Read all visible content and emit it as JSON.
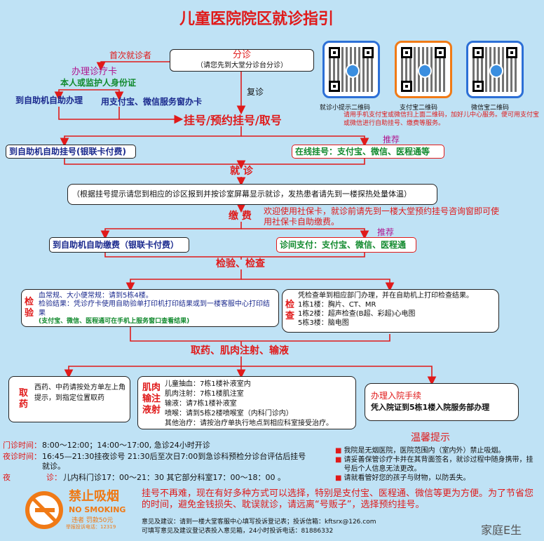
{
  "title": "儿童医院院区就诊指引",
  "step1": {
    "first_visit": "首次就诊者",
    "triage_title": "分诊",
    "triage_note": "（请您先到大堂分诊台分诊）",
    "return_visit": "复诊",
    "card_title": "办理诊疗卡",
    "card_id": "本人或监护人身份证",
    "self_machine": "到自助机自助办理",
    "alipay_wechat_window": "用支付宝、微信服务窗办卡"
  },
  "qr": {
    "items": [
      {
        "label": "就诊小提示二维码",
        "color": "#2c6fd6"
      },
      {
        "label": "支付宝二维码",
        "color": "#f07a16"
      },
      {
        "label": "微信宝二维码",
        "color": "#2c6fd6"
      }
    ],
    "note": "请用手机支付宝或微信扫上面二维码，加好儿中心服务。便可用支付宝或微信进行自助挂号、缴费等服务。"
  },
  "register": {
    "heading": "挂号/预约挂号/取号",
    "machine": "到自助机自助挂号(银联卡付费)",
    "recommend": "推荐",
    "online": "在线挂号：支付宝、微信、医程通等"
  },
  "consult": {
    "heading": "就    诊",
    "note": "（根据挂号提示请您到相应的诊区报到并按诊室屏幕显示就诊，发热患者请先到一楼探热处量体温）"
  },
  "pay": {
    "heading": "缴    费",
    "note": "欢迎使用社保卡，就诊前请先到一楼大堂预约挂号咨询窗即可使用社保卡自助缴费。",
    "machine": "到自助机自助缴费（银联卡付费）",
    "recommend": "推荐",
    "in_room": "诊间支付：支付宝、微信、医程通"
  },
  "tests": {
    "heading": "检验、检查",
    "lab_side": "检验",
    "lab_line1": "血常规、大小便常规：请到5栋4楼。",
    "lab_line2": "检验结果：凭诊疗卡使用自助验单打印机打印结果或到一楼客服中心打印结果",
    "lab_line3": "(支付宝、微信、医程通可在手机上服务窗口查看结果)",
    "exam_side": "检查",
    "exam_line1": "凭检查单到相应部门办理，并在自助机上打印检查结果。",
    "exam_line2": "1栋1楼：胸片、CT、MR",
    "exam_line3": "1栋2楼：超声检查(B超、彩超)心电图",
    "exam_line4": "5栋3楼：脑电图"
  },
  "meds": {
    "heading": "取药、肌肉注射、输液",
    "pharmacy_side": "取药",
    "pharmacy_text": "西药、中药请按处方单左上角提示，到指定位置取药",
    "inj_side": "肌肉输注液射",
    "inj_lines": [
      "儿童抽血：7栋1楼补液室内",
      "肌肉注射：7栋1楼肌注室",
      "输液：请7栋1楼补液室",
      "喷喉：请到5栋2楼喷喉室（内科门诊内）",
      "其他治疗：请按治疗单执行地点到相应科室接受治疗。"
    ],
    "admit_title": "办理入院手续",
    "admit_text": "凭入院证到5栋1楼入院服务部办理"
  },
  "hours": {
    "clinic_label": "门诊时间：",
    "clinic_value": "8:00～12:00；14:00～17:00, 急诊24小时开诊",
    "night_label": "夜诊时间：",
    "night_value": "16:45—21:30挂夜诊号  21:30后至次日7:00到急诊科预检分诊台评估后挂号就诊。",
    "night2_label": "夜",
    "night2_mid": "诊：",
    "night2_value": "儿内科门诊17：00～21：30      其它部分科室17：00～18：00 。"
  },
  "tips": {
    "title": "温馨提示",
    "items": [
      "我院是无烟医院，医院范围内（室内外）禁止吸烟。",
      "请妥善保管诊疗卡并在其背面签名，就诊过程中随身携带，挂号后个人信息无法更改。",
      "请就看管好您的孩子与财物，以防丢失。"
    ]
  },
  "nosmoking": {
    "cn": "禁止吸烟",
    "en": "NO SMOKING",
    "fine": "违者 罚款50元",
    "hotline": "举报投诉电话：12319"
  },
  "footer": {
    "warning": "挂号不再难，现在有好多种方式可以选择，特别是支付宝、医程通、微信等更为方便。为了节省您的时间，避免金钱损失、耽误就诊，请远离“号贩子”，选择预约挂号。",
    "advice1": "意见及建议：请到一楼大堂客服中心填写投诉登记表；投诉信箱：kftsrx@126.com",
    "advice2": "可填写意见及建议登记表投入意见箱，24小时投诉电话：81886332",
    "watermark": "家庭E生"
  }
}
